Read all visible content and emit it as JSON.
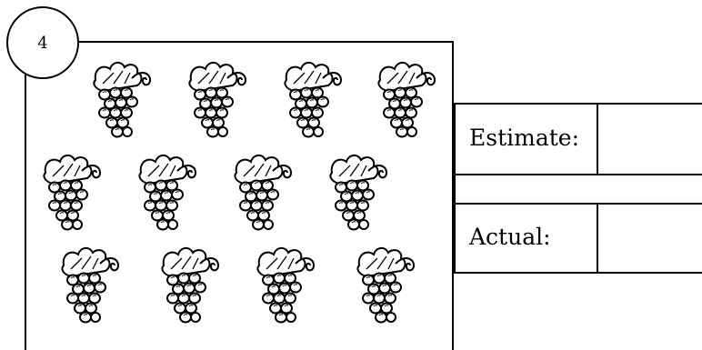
{
  "problem_number": "4",
  "estimate_label": "Estimate:",
  "estimate_value": "",
  "actual_label": "Actual:",
  "actual_value": "",
  "grape_bunch_count": 12,
  "grape_rows": [
    4,
    4,
    4
  ]
}
